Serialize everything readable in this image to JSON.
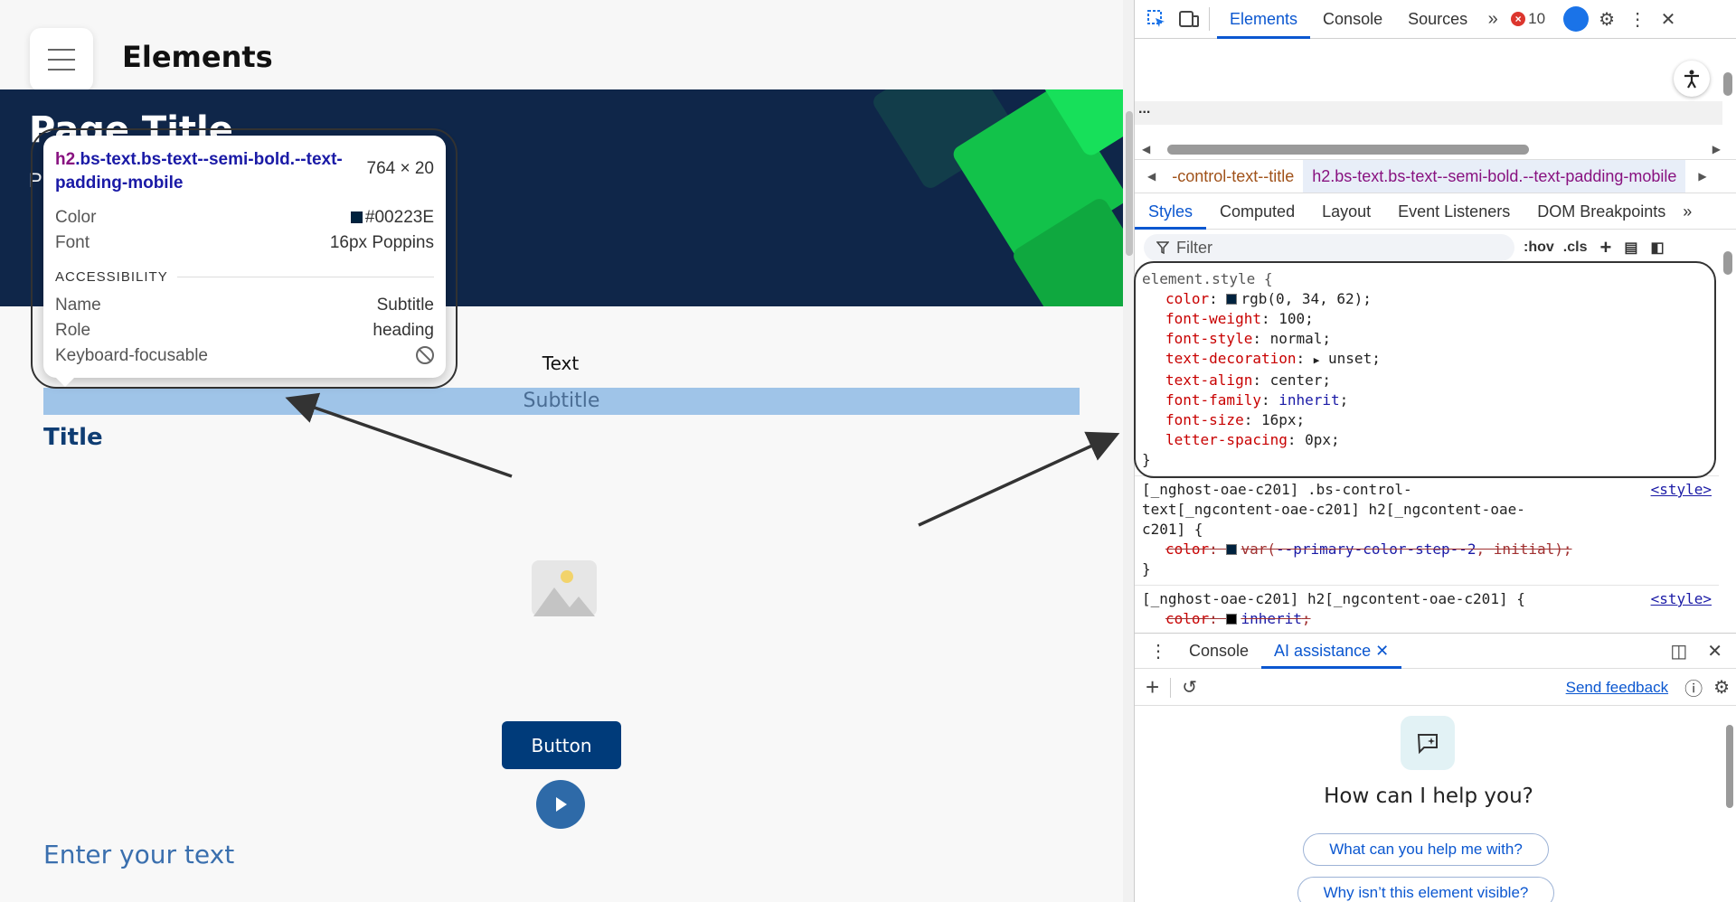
{
  "page": {
    "app_title": "Elements",
    "hero_title": "Page Title",
    "hero_subtitle": "P",
    "text_label": "Text",
    "subtitle": "Subtitle",
    "title": "Title",
    "button_label": "Button",
    "input_placeholder": "Enter your text"
  },
  "tooltip": {
    "tag": "h2",
    "classes": ".bs-text.bs-text--semi-bold.--text-padding-mobile",
    "size": "764 × 20",
    "color_label": "Color",
    "color_value": "#00223E",
    "font_label": "Font",
    "font_value": "16px Poppins",
    "accessibility_heading": "ACCESSIBILITY",
    "name_label": "Name",
    "name_value": "Subtitle",
    "role_label": "Role",
    "role_value": "heading",
    "keyboard_label": "Keyboard-focusable"
  },
  "devtools": {
    "tabs": [
      "Elements",
      "Console",
      "Sources"
    ],
    "active_tab": "Elements",
    "more_tabs": "»",
    "error_count": "10",
    "dom_ellipsis": "...",
    "breadcrumb_prev": "-control-text--title",
    "breadcrumb_current": "h2.bs-text.bs-text--semi-bold.--text-padding-mobile",
    "subtabs": [
      "Styles",
      "Computed",
      "Layout",
      "Event Listeners",
      "DOM Breakpoints"
    ],
    "subtabs_more": "»",
    "filter_placeholder": "Filter",
    "hov": ":hov",
    "cls": ".cls",
    "element_style_selector": "element.style {",
    "element_style": [
      {
        "prop": "color",
        "value": "rgb(0, 34, 62)",
        "swatch": "#00223e"
      },
      {
        "prop": "font-weight",
        "value": "100"
      },
      {
        "prop": "font-style",
        "value": "normal"
      },
      {
        "prop": "text-decoration",
        "value": "unset",
        "expander": "▶"
      },
      {
        "prop": "text-align",
        "value": "center"
      },
      {
        "prop": "font-family",
        "value": "inherit",
        "keyword": true
      },
      {
        "prop": "font-size",
        "value": "16px"
      },
      {
        "prop": "letter-spacing",
        "value": "0px"
      }
    ],
    "rule2_selector": "[_nghost-oae-c201] .bs-control-text[_ngcontent-oae-c201] h2[_ngcontent-oae-c201] {",
    "rule2_prop": "color",
    "rule2_value_fn": "var(",
    "rule2_value_var": "--primary-color-step--2",
    "rule2_value_tail": ", initial);",
    "rule2_source": "<style>",
    "rule3_selector": "[_nghost-oae-c201] h2[_ngcontent-oae-c201] {",
    "rule3_prop": "color",
    "rule3_value": "inherit",
    "rule3_source": "<style>",
    "close_brace": "}",
    "drawer_tabs": [
      "Console",
      "AI assistance"
    ],
    "send_feedback": "Send feedback",
    "ai_heading": "How can I help you?",
    "ai_chips": [
      "What can you help me with?",
      "Why isn’t this element visible?"
    ]
  },
  "colors": {
    "hero_bg": "#0f2649",
    "accent_blue": "#0b57d0",
    "button_bg": "#003b7a",
    "highlight": "#9fc4e8",
    "shape_green": "#12c24a"
  }
}
